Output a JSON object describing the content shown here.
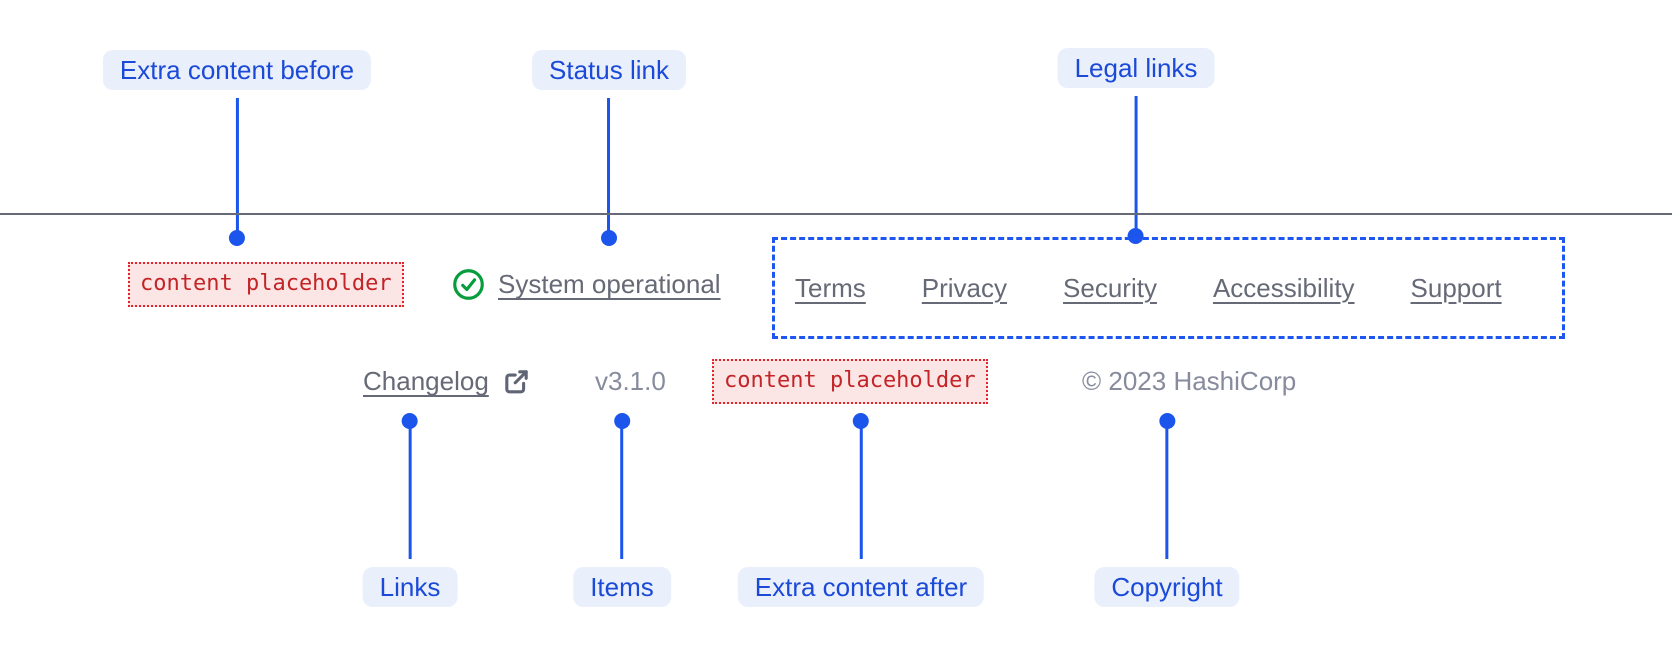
{
  "colors": {
    "background": "#ffffff",
    "annotation_blue": "#1b55ec",
    "annotation_pill_bg": "#e9f0fc",
    "annotation_pill_text": "#1b49d8",
    "placeholder_red_text": "#c32427",
    "placeholder_red_bg": "#fce5e5",
    "placeholder_red_border": "#e5232a",
    "success_green": "#079c3c",
    "link_gray": "#656a76",
    "faint_gray": "#868b9d",
    "divider_gray": "#656a76"
  },
  "callouts": {
    "top": [
      {
        "label": "Extra content before"
      },
      {
        "label": "Status link"
      },
      {
        "label": "Legal links"
      }
    ],
    "bottom": [
      {
        "label": "Links"
      },
      {
        "label": "Items"
      },
      {
        "label": "Extra content after"
      },
      {
        "label": "Copyright"
      }
    ]
  },
  "footer": {
    "extra_content_before": "content placeholder",
    "status_link": {
      "label": "System operational",
      "icon": "check-circle-icon"
    },
    "legal_links": [
      "Terms",
      "Privacy",
      "Security",
      "Accessibility",
      "Support"
    ],
    "links": [
      {
        "label": "Changelog",
        "icon": "external-link-icon"
      }
    ],
    "version": "v3.1.0",
    "extra_content_after": "content placeholder",
    "copyright": "© 2023 HashiCorp"
  }
}
